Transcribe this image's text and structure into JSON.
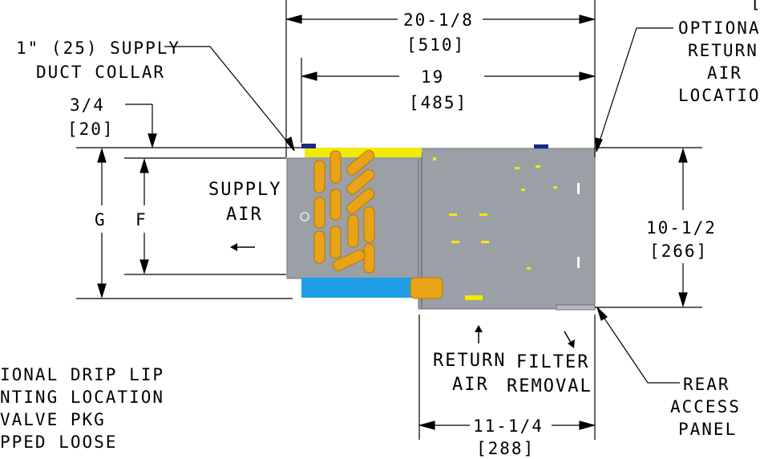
{
  "colors": {
    "line": "#000000",
    "unit_body": "#9aa0a6",
    "unit_edge": "#6d7278",
    "coil_copper": "#e8a317",
    "coil_copper_dark": "#b87800",
    "drain_pan": "#1e9ee6",
    "top_strip": "#f2ea00",
    "collar_blue": "#1a2a8a"
  },
  "icons": {
    "supply_arrow": "left-arrow-icon",
    "return_arrow": "up-arrow-icon",
    "filter_arrow": "down-right-arrow-icon"
  },
  "labels": {
    "top_corner": "[",
    "supply_collar": [
      "1\" (25) SUPPLY",
      "DUCT COLLAR"
    ],
    "optional_return": [
      "OPTIONAL",
      "RETURN",
      "AIR",
      "LOCATIO"
    ],
    "drip_lip": [
      "IONAL DRIP LIP",
      "NTING LOCATION",
      "VALVE PKG",
      "PPED LOOSE"
    ],
    "supply_air": [
      "SUPPLY",
      "AIR"
    ],
    "return_air": [
      "RETURN",
      "AIR"
    ],
    "filter_removal": [
      "FILTER",
      "REMOVAL"
    ],
    "rear_access": [
      "REAR",
      "ACCESS",
      "PANEL"
    ],
    "dim_g": "G",
    "dim_f": "F"
  },
  "dimensions": {
    "overall_width": {
      "imperial": "20-1/8",
      "metric": "[510]"
    },
    "coil_width": {
      "imperial": "19",
      "metric": "[485]"
    },
    "collar_offset": {
      "imperial": "3/4",
      "metric": "[20]"
    },
    "height": {
      "imperial": "10-1/2",
      "metric": "[266]"
    },
    "return_width": {
      "imperial": "11-1/4",
      "metric": "[288]"
    }
  }
}
